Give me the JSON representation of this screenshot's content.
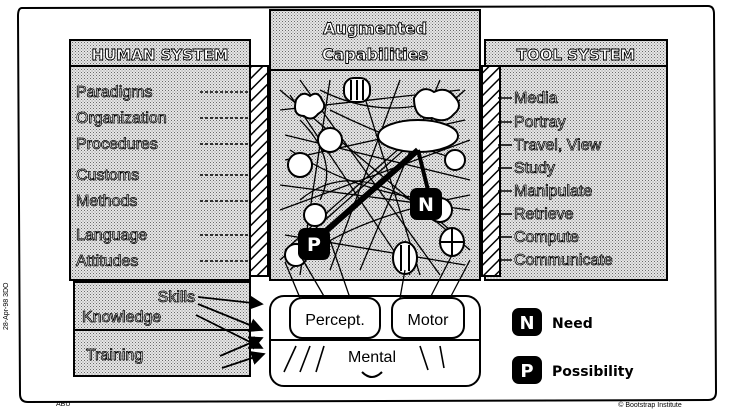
{
  "human_system": {
    "title": "HUMAN SYSTEM",
    "items": [
      "Paradigms",
      "Organization",
      "Procedures",
      "Customs",
      "Methods",
      "Language",
      "Attitudes"
    ]
  },
  "augmented": {
    "title_line1": "Augmented",
    "title_line2": "Capabilities"
  },
  "tool_system": {
    "title": "TOOL SYSTEM",
    "items": [
      "Media",
      "Portray",
      "Travel, View",
      "Study",
      "Manipulate",
      "Retrieve",
      "Compute",
      "Communicate"
    ]
  },
  "lower_left": {
    "skills": "Skills",
    "knowledge": "Knowledge",
    "training": "Training"
  },
  "human_core": {
    "percept": "Percept.",
    "motor": "Motor",
    "mental": "Mental"
  },
  "legend": {
    "need_symbol": "N",
    "need_label": "Need",
    "possibility_symbol": "P",
    "possibility_label": "Possibility"
  },
  "footer": {
    "left": "ABU",
    "right": "© Bootstrap Institute",
    "side": "28-Apr-98 3DO"
  },
  "colors": {
    "ink": "#000000",
    "paper": "#ffffff",
    "shade": "#c8c8c8"
  }
}
